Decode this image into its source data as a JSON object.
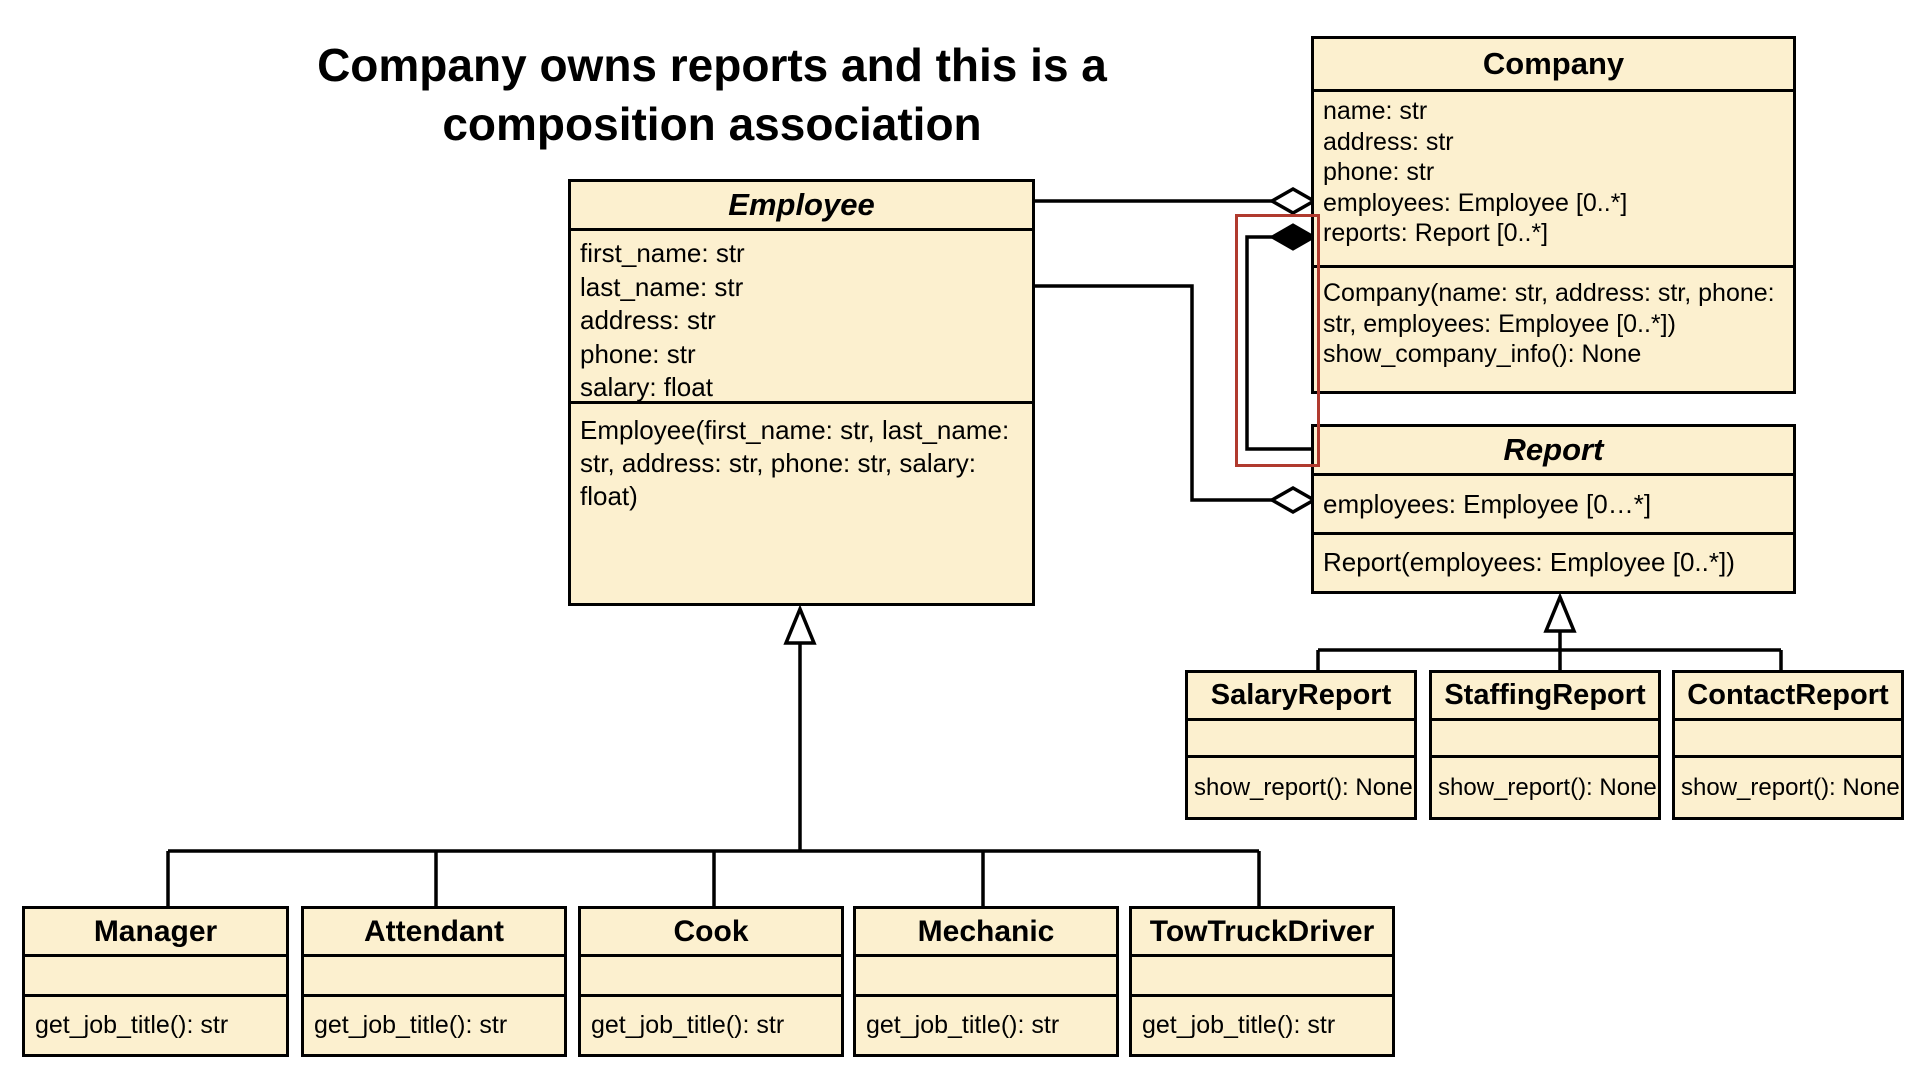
{
  "title": {
    "line1": "Company owns reports and this is a",
    "line2": "composition association"
  },
  "colors": {
    "class_fill": "#fcf0cf",
    "stroke": "#000000",
    "highlight": "#b03a2e"
  },
  "employee": {
    "name": "Employee",
    "attributes": [
      "first_name: str",
      "last_name: str",
      "address: str",
      "phone: str",
      "salary: float"
    ],
    "method": "Employee(first_name: str, last_name: str, address: str, phone: str, salary: float)"
  },
  "company": {
    "name": "Company",
    "attributes": [
      "name: str",
      "address: str",
      "phone: str",
      "employees: Employee [0..*]",
      "reports: Report [0..*]"
    ],
    "method_constructor": "Company(name: str, address: str, phone: str, employees: Employee [0..*])",
    "method_show": "show_company_info(): None"
  },
  "report": {
    "name": "Report",
    "attributes": [
      "employees: Employee [0…*]"
    ],
    "method": "Report(employees: Employee [0..*])"
  },
  "report_subclasses": [
    {
      "name": "SalaryReport",
      "method": "show_report(): None"
    },
    {
      "name": "StaffingReport",
      "method": "show_report(): None"
    },
    {
      "name": "ContactReport",
      "method": "show_report(): None"
    }
  ],
  "employee_subclasses": [
    {
      "name": "Manager",
      "method": "get_job_title(): str"
    },
    {
      "name": "Attendant",
      "method": "get_job_title(): str"
    },
    {
      "name": "Cook",
      "method": "get_job_title(): str"
    },
    {
      "name": "Mechanic",
      "method": "get_job_title(): str"
    },
    {
      "name": "TowTruckDriver",
      "method": "get_job_title(): str"
    }
  ]
}
